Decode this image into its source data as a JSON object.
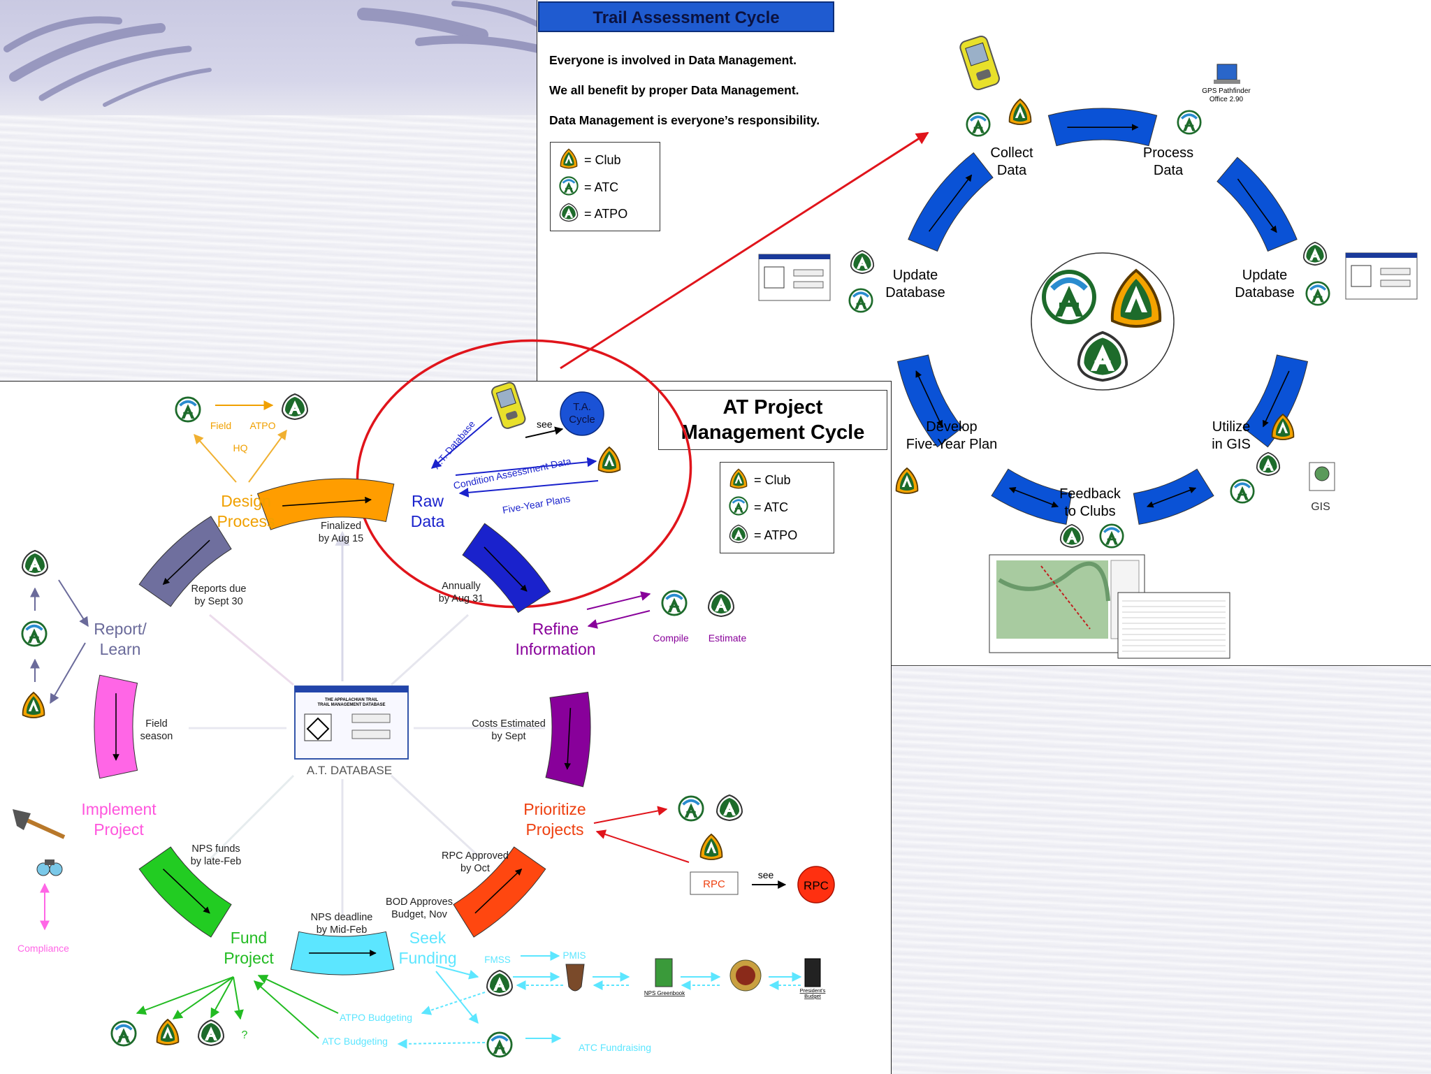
{
  "tac": {
    "title": "Trail Assessment Cycle",
    "statements": [
      "Everyone is involved in Data Management.",
      "We all benefit by proper Data Management.",
      "Data Management is everyone’s responsibility."
    ],
    "legend": [
      "= Club",
      "= ATC",
      "= ATPO"
    ],
    "stages": {
      "collect": "Collect\nData",
      "process": "Process\nData",
      "update_db_right": "Update\nDatabase",
      "utilize": "Utilize\nin GIS",
      "feedback": "Feedback\nto Clubs",
      "plan": "Develop\nFive-Year Plan",
      "update_db_left": "Update\nDatabase"
    },
    "gps_software": "GPS Pathfinder\nOffice 2.90",
    "gis_label": "GIS"
  },
  "pmc": {
    "title": "AT Project\nManagement Cycle",
    "legend": [
      "= Club",
      "= ATC",
      "= ATPO"
    ],
    "stages": {
      "design": "Design\nProcess",
      "raw": "Raw\nData",
      "refine": "Refine\nInformation",
      "prioritize": "Prioritize\nProjects",
      "seek": "Seek\nFunding",
      "fund": "Fund\nProject",
      "implement": "Implement\nProject",
      "report": "Report/\nLearn"
    },
    "notes": {
      "finalized": "Finalized\nby Aug 15",
      "annually": "Annually\nby Aug 31",
      "costs": "Costs Estimated\nby Sept",
      "rpc_approved": "RPC Approved\nby Oct",
      "bod": "BOD Approves\nBudget, Nov",
      "nps_deadline": "NPS deadline\nby Mid-Feb",
      "nps_funds": "NPS funds\nby late-Feb",
      "field_season": "Field\nseason",
      "reports_due": "Reports due\nby Sept 30"
    },
    "db_label": "A.T. DATABASE",
    "db_window_title": "THE APPALACHIAN TRAIL\nTRAIL MANAGEMENT DATABASE",
    "design_labels": {
      "field": "Field",
      "atpo": "ATPO",
      "hq": "HQ"
    },
    "raw_labels": {
      "at_db": "A.T. Database",
      "see": "see",
      "ta_cycle": "T.A.\nCycle",
      "condition": "Condition Assessment Data",
      "five_year": "Five-Year Plans"
    },
    "refine_labels": {
      "compile": "Compile",
      "estimate": "Estimate"
    },
    "prioritize_labels": {
      "rpc": "RPC",
      "see": "see",
      "rpc_circle": "RPC"
    },
    "funding_labels": {
      "fmss": "FMSS",
      "pmis": "PMIS",
      "greenbook": "NPS Greenbook",
      "presidents": "President's\nBudget",
      "atpo_budgeting": "ATPO Budgeting",
      "atc_budgeting": "ATC Budgeting",
      "atc_fundraising": "ATC Fundraising",
      "question": "?"
    },
    "compliance": "Compliance"
  },
  "colors": {
    "blue_arc": "#0a52d6",
    "red": "#e0141b",
    "orange": "#ff9d00",
    "purple_gray": "#6f6f9e",
    "magenta": "#ff66e6",
    "green": "#22cc22",
    "cyan": "#5ce6ff",
    "orange_red": "#ff4710",
    "violet": "#88009a",
    "dark_blue": "#1a22cc"
  }
}
